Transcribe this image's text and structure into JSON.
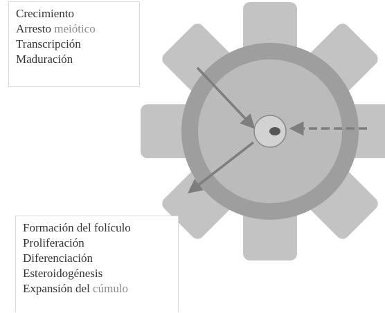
{
  "oocyte_processes": {
    "items": [
      {
        "main": "Crecimiento",
        "suffix": ""
      },
      {
        "main": "Arresto",
        "suffix": " meiótico"
      },
      {
        "main": "Transcripción",
        "suffix": ""
      },
      {
        "main": "Maduración",
        "suffix": ""
      }
    ]
  },
  "follicle_processes": {
    "items": [
      {
        "main": "Formación del folículo",
        "suffix": ""
      },
      {
        "main": "Proliferación",
        "suffix": ""
      },
      {
        "main": "Diferenciación",
        "suffix": ""
      },
      {
        "main": "Esteroidogénesis",
        "suffix": ""
      },
      {
        "main": "Expansión del",
        "suffix": " cúmulo"
      }
    ]
  },
  "colors": {
    "granulosa_cells": "#c3c3c3",
    "zona_ring": "#9e9e9e",
    "oocyte": "#bbbbbb",
    "nucleus": "#d2d2d2",
    "nucleolus": "#555555",
    "arrows": "#7e7e7e"
  }
}
